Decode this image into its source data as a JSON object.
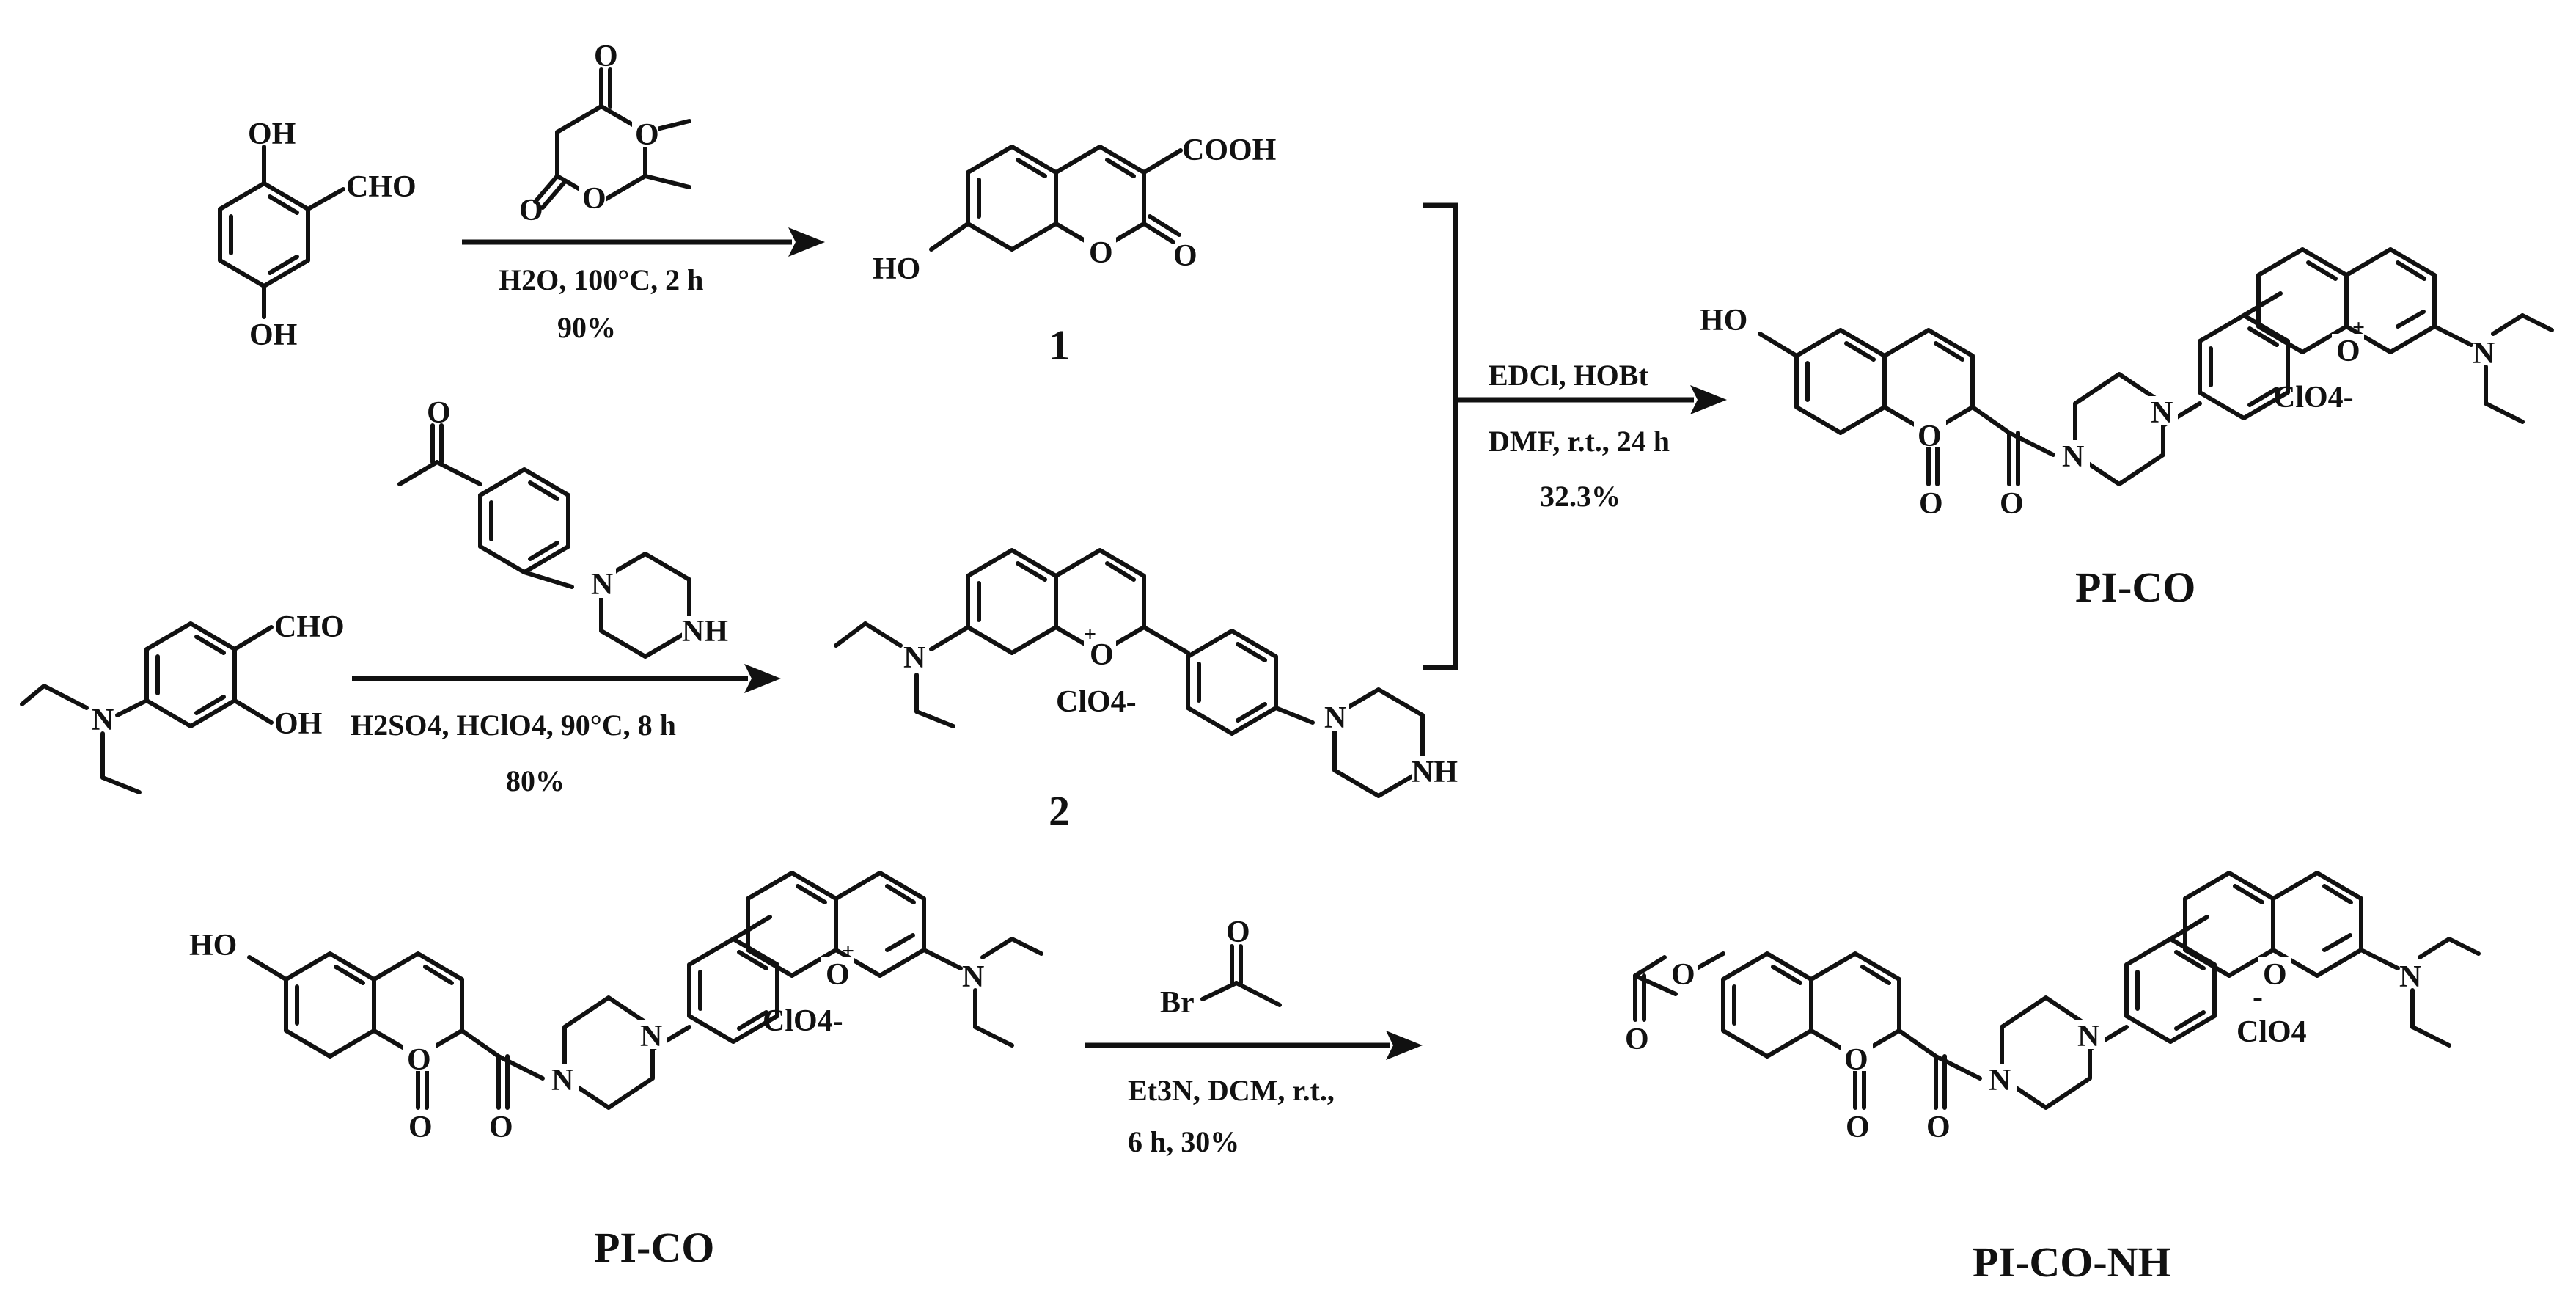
{
  "colors": {
    "ink": "#111111",
    "background": "#ffffff"
  },
  "step1": {
    "sm": {
      "oh1": "OH",
      "cho": "CHO",
      "oh2": "OH"
    },
    "meldrum": {
      "o1": "O",
      "o2": "O",
      "o3": "O",
      "o4": "O"
    },
    "conditions": {
      "line1": "H2O, 100°C, 2 h",
      "line2": "90%"
    },
    "product": {
      "cooh": "COOH",
      "ho": "HO",
      "o_ring": "O",
      "o_keto": "O",
      "label": "1"
    }
  },
  "step2": {
    "sm": {
      "n": "N",
      "cho": "CHO",
      "oh": "OH"
    },
    "reagent": {
      "o": "O",
      "n": "N",
      "nh": "NH"
    },
    "conditions": {
      "line1": "H2SO4,  HClO4, 90°C, 8 h",
      "line2": "80%"
    },
    "product": {
      "n_amine": "N",
      "o_plus": "O",
      "plus": "+",
      "counterion": "ClO4-",
      "n_pip": "N",
      "nh": "NH",
      "label": "2"
    }
  },
  "step3": {
    "conditions": {
      "line1": "EDCl, HOBt",
      "line2": "DMF, r.t.,  24 h",
      "line3": "32.3%"
    },
    "product": {
      "ho": "HO",
      "o_ring": "O",
      "o_keto": "O",
      "o_amide": "O",
      "n1": "N",
      "n2": "N",
      "o_plus": "O",
      "plus": "+",
      "counterion": "ClO4-",
      "n_amine": "N",
      "label": "PI-CO"
    }
  },
  "step4": {
    "sm": {
      "ho": "HO",
      "o_ring": "O",
      "o_keto": "O",
      "o_amide": "O",
      "n1": "N",
      "n2": "N",
      "o_plus": "O",
      "plus": "+",
      "counterion": "ClO4-",
      "n_amine": "N",
      "label": "PI-CO"
    },
    "reagent": {
      "o": "O",
      "br": "Br"
    },
    "conditions": {
      "line1": "Et3N, DCM, r.t.,",
      "line2": "6 h, 30%"
    },
    "product": {
      "o_ester": "O",
      "o_ester_keto": "O",
      "o_ring": "O",
      "o_keto": "O",
      "o_amide": "O",
      "n1": "N",
      "n2": "N",
      "o_plus": "O",
      "minus": "-",
      "counterion": "ClO4",
      "n_amine": "N",
      "label": "PI-CO-NH"
    }
  }
}
